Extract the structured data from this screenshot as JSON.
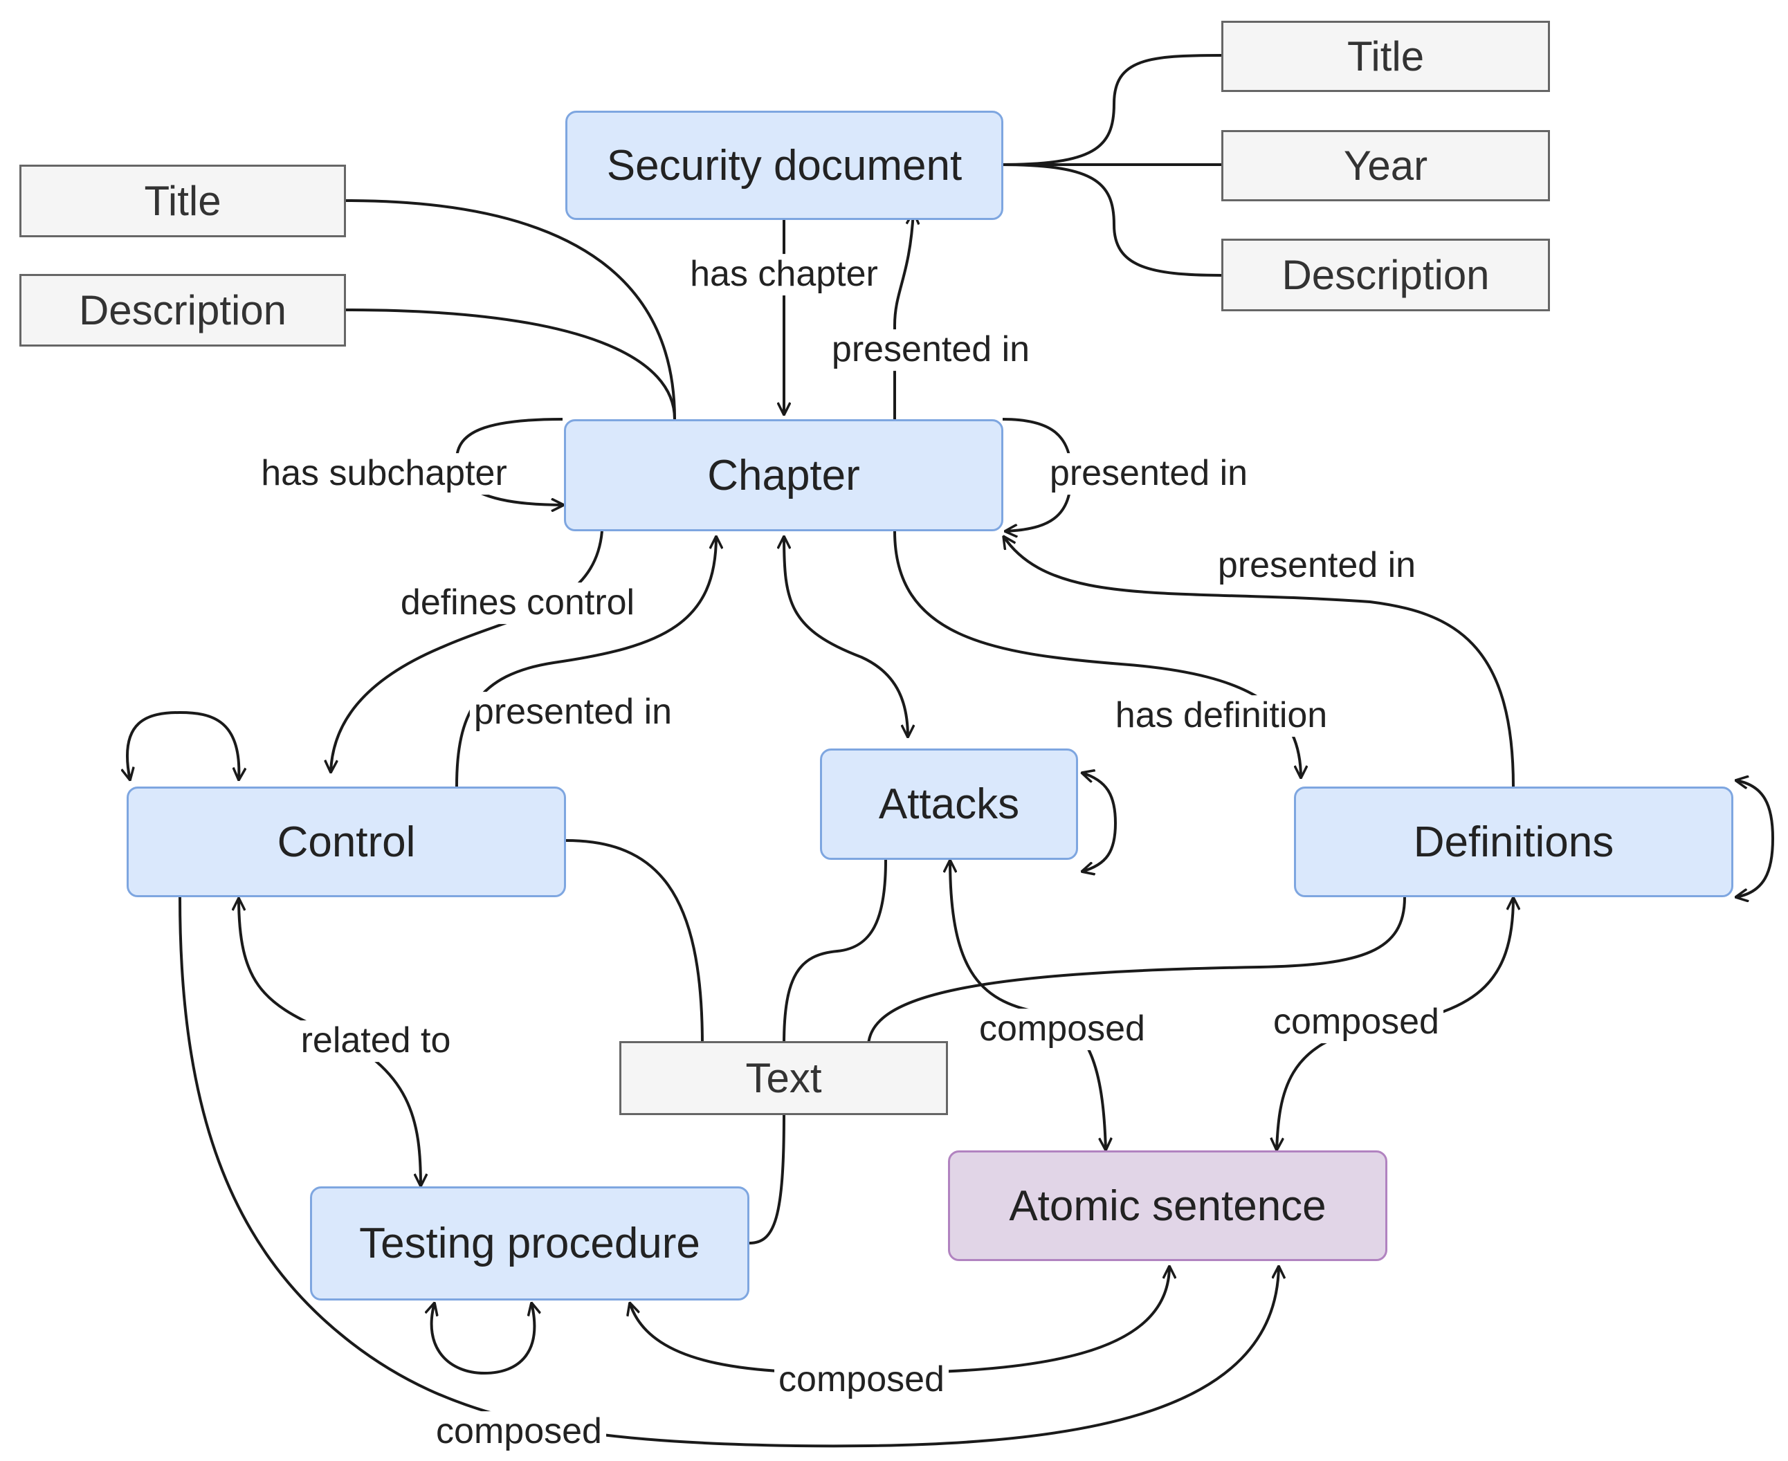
{
  "colors": {
    "concept_fill": "#dae8fc",
    "concept_border": "#7ea6e0",
    "attribute_fill": "#f5f5f5",
    "attribute_border": "#666666",
    "atomic_fill": "#e1d5e7",
    "atomic_border": "#b183c0",
    "edge": "#1a1a1a"
  },
  "nodes": {
    "security_document": "Security document",
    "chapter": "Chapter",
    "control": "Control",
    "attacks": "Attacks",
    "definitions": "Definitions",
    "testing_procedure": "Testing procedure",
    "atomic_sentence": "Atomic sentence",
    "doc_title": "Title",
    "doc_year": "Year",
    "doc_description": "Description",
    "chapter_title": "Title",
    "chapter_description": "Description",
    "text": "Text"
  },
  "edge_labels": {
    "has_chapter": "has chapter",
    "presented_in_doc": "presented in",
    "has_subchapter": "has subchapter",
    "presented_in_self": "presented in",
    "presented_in_definitions": "presented in",
    "defines_control": "defines control",
    "presented_in_control": "presented in",
    "has_definition": "has definition",
    "related_to": "related to",
    "composed_attacks": "composed",
    "composed_definitions": "composed",
    "composed_testing": "composed",
    "composed_control": "composed"
  }
}
